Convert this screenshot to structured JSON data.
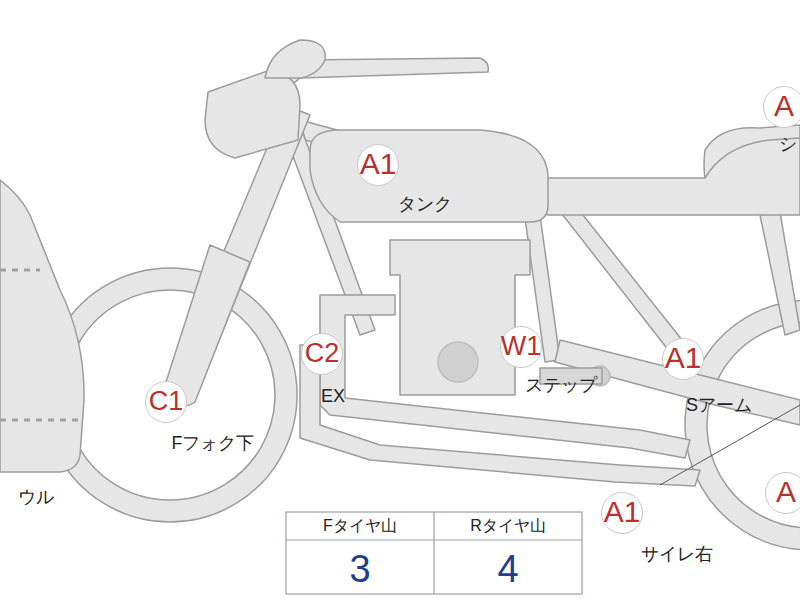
{
  "diagram": {
    "nodes": [
      {
        "text": [
          "A",
          "シ"
        ]
      },
      {
        "text": [
          "A1",
          "タンク"
        ]
      },
      {
        "text": [
          "C2",
          "EX"
        ]
      },
      {
        "text": [
          "W1",
          "ステップ"
        ]
      },
      {
        "text": [
          "C1",
          "Fフォク下"
        ]
      },
      {
        "text": [
          "A1",
          "Sアーム"
        ]
      },
      {
        "text": [
          "A"
        ]
      },
      {
        "text": [
          "A1",
          "サイレ右"
        ]
      }
    ],
    "labels": [
      "ウル",
      "Fタイヤ山",
      "Rタイヤ山",
      "3",
      "4"
    ]
  }
}
